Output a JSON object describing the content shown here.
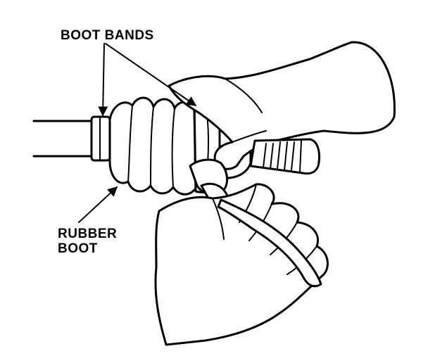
{
  "labels": {
    "boot_bands": "BOOT BANDS",
    "rubber_boot_line1": "RUBBER",
    "rubber_boot_line2": "BOOT"
  },
  "colors": {
    "ink": "#000000",
    "paper": "#ffffff"
  }
}
